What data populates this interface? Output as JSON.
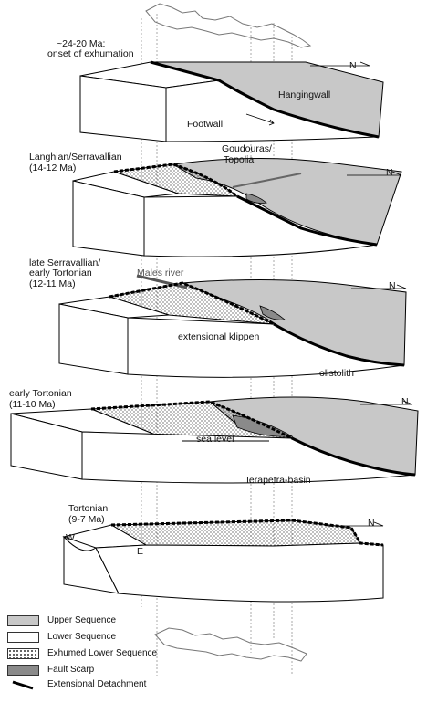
{
  "stages": [
    {
      "title_1": "~24-20 Ma:",
      "title_2": "onset of exhumation",
      "labels": {
        "hangingwall": "Hangingwall",
        "footwall": "Footwall"
      }
    },
    {
      "title_1": "Langhian/Serravallian",
      "title_2": "(14-12 Ma)",
      "labels": {
        "place_1": "Goudouras/",
        "place_2": "Topolia"
      }
    },
    {
      "title_1": "late Serravallian/",
      "title_2": "early Tortonian",
      "title_3": "(12-11 Ma)",
      "labels": {
        "river": "Males river",
        "klippen": "extensional klippen"
      }
    },
    {
      "title_1": "early Tortonian",
      "title_2": "(11-10 Ma)",
      "labels": {
        "olistolith": "olistolith",
        "sea_level": "sea level",
        "basin": "Ierapetra-basin"
      }
    },
    {
      "title_1": "Tortonian",
      "title_2": "(9-7 Ma)",
      "labels": {
        "west": "W",
        "east": "E"
      }
    }
  ],
  "north_label": "N",
  "legend": [
    {
      "key": "upper",
      "label": "Upper Sequence",
      "color": "#c8c8c8"
    },
    {
      "key": "lower",
      "label": "Lower Sequence",
      "color": "#ffffff"
    },
    {
      "key": "exh",
      "label": "Exhumed Lower Sequence",
      "color": "#ffffff"
    },
    {
      "key": "scarp",
      "label": "Fault Scarp",
      "color": "#8a8a8a"
    },
    {
      "key": "det",
      "label": "Extensional Detachment",
      "color": "#000000"
    }
  ],
  "colors": {
    "upper": "#c8c8c8",
    "lower": "#ffffff",
    "scarp": "#8a8a8a",
    "line": "#000000"
  }
}
